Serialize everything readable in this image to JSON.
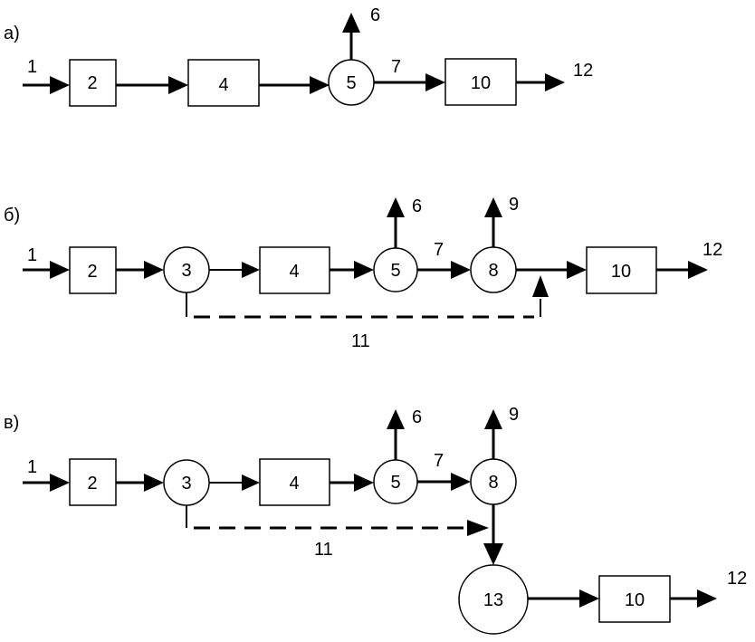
{
  "panel_a": {
    "label": "а)",
    "n1": "1",
    "n2": "2",
    "n4": "4",
    "n5": "5",
    "n6": "6",
    "n7": "7",
    "n10": "10",
    "n12": "12"
  },
  "panel_b": {
    "label": "б)",
    "n1": "1",
    "n2": "2",
    "n3": "3",
    "n4": "4",
    "n5": "5",
    "n6": "6",
    "n7": "7",
    "n8": "8",
    "n9": "9",
    "n10": "10",
    "n11": "11",
    "n12": "12"
  },
  "panel_c": {
    "label": "в)",
    "n1": "1",
    "n2": "2",
    "n3": "3",
    "n4": "4",
    "n5": "5",
    "n6": "6",
    "n7": "7",
    "n8": "8",
    "n9": "9",
    "n10": "10",
    "n11": "11",
    "n12": "12",
    "n13": "13"
  }
}
